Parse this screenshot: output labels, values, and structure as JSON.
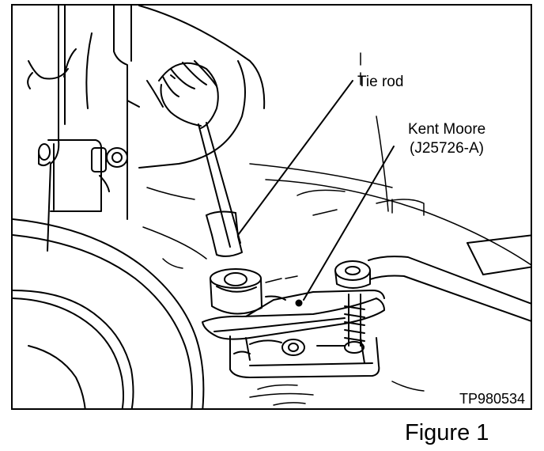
{
  "callouts": {
    "tie_rod": "Tie rod",
    "tool_name": "Kent Moore",
    "tool_part": "(J25726-A)"
  },
  "drawing_code": "TP980534",
  "caption": "Figure 1",
  "colors": {
    "ink": "#000000",
    "paper": "#ffffff"
  }
}
